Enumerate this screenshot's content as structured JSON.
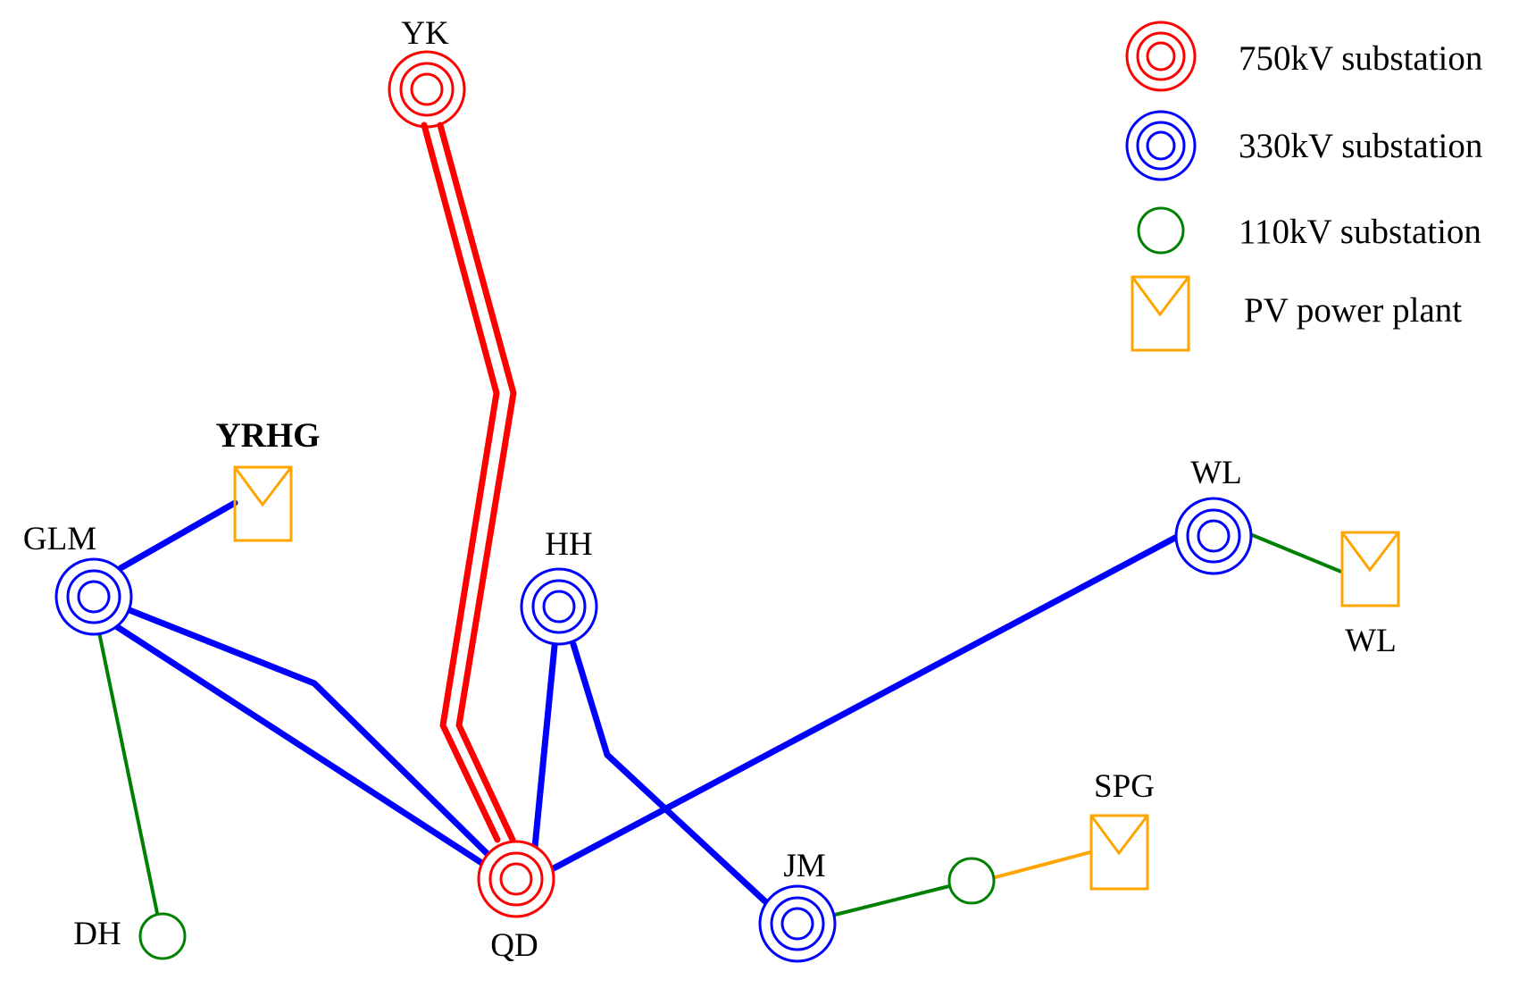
{
  "colors": {
    "kv750": "#ff0000",
    "kv330": "#0000ff",
    "kv110": "#008000",
    "pv": "#ffa500"
  },
  "legend": {
    "kv750": "750kV substation",
    "kv330": "330kV substation",
    "kv110": "110kV substation",
    "pv": "PV power plant"
  },
  "nodes": {
    "yk": "YK",
    "qd": "QD",
    "glm": "GLM",
    "hh": "HH",
    "wl": "WL",
    "jm": "JM",
    "dh": "DH",
    "yrhg": "YRHG",
    "wl_pv": "WL",
    "spg": "SPG"
  }
}
